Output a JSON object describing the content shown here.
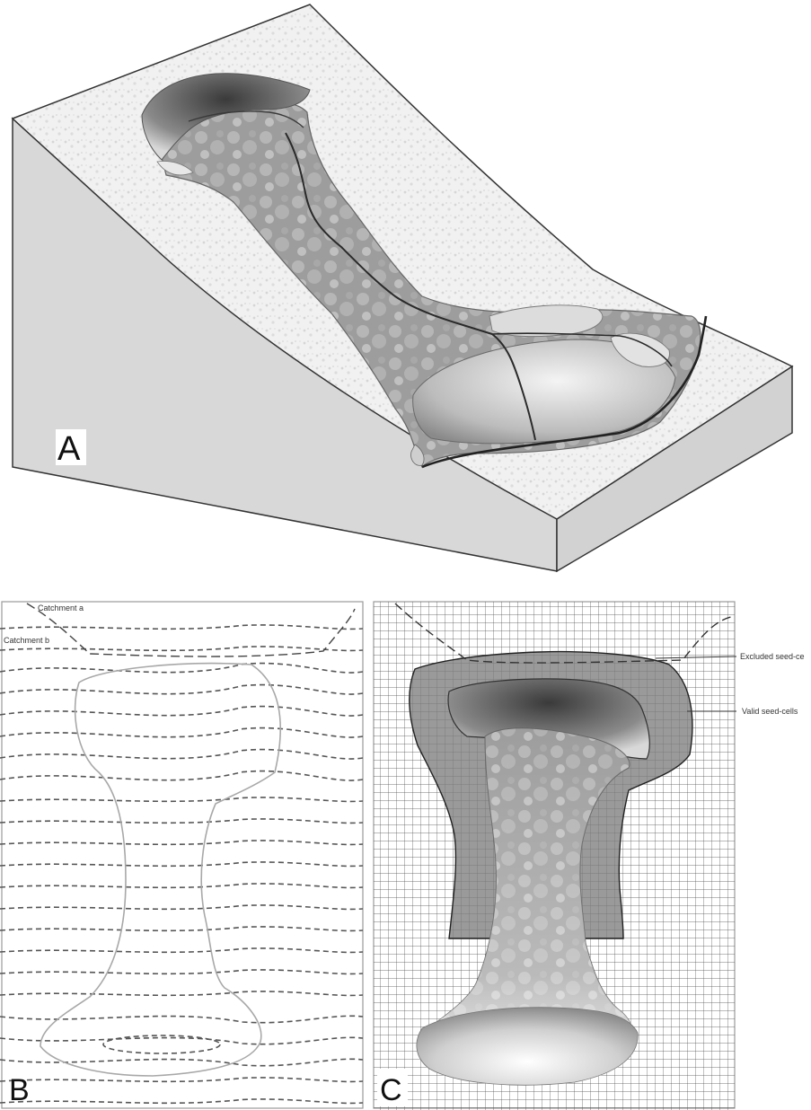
{
  "panels": {
    "a": {
      "label": "A"
    },
    "b": {
      "label": "B",
      "catchment_a": "Catchment a",
      "catchment_b": "Catchment b"
    },
    "c": {
      "label": "C",
      "excluded_label": "Excluded seed-ce",
      "valid_label": "Valid seed-cells"
    }
  }
}
